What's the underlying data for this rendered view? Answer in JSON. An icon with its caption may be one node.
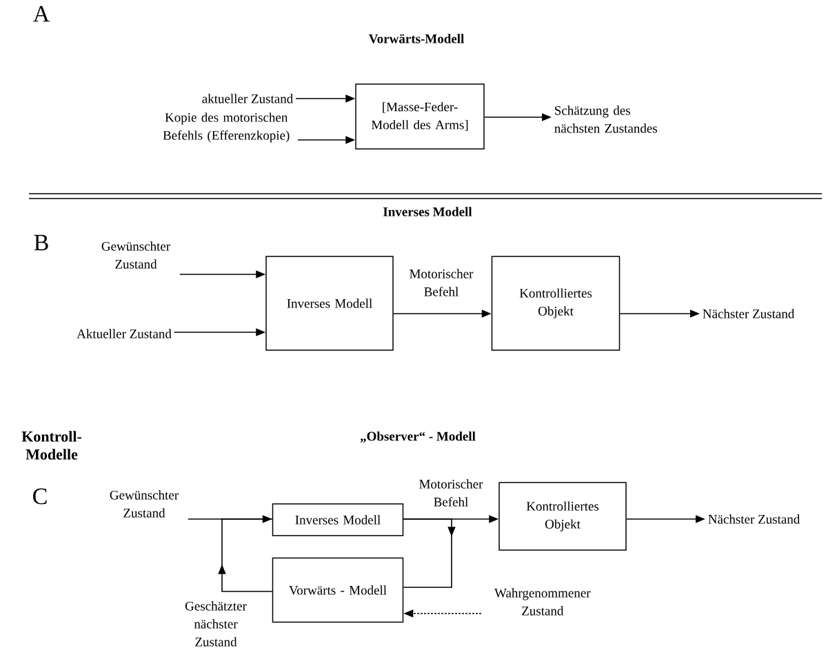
{
  "diagram": {
    "nodes": [
      {
        "text": [
          "aktueller Zustand"
        ]
      },
      {
        "text": [
          "Kopie des motorischen Befehls (Efferenzkopie)"
        ]
      },
      {
        "text": [
          "[Masse-Feder-Modell des Arms]"
        ]
      },
      {
        "text": [
          "Schätzung des nächsten Zustandes"
        ]
      },
      {
        "text": [
          "Gewünschter Zustand"
        ]
      },
      {
        "text": [
          "Aktueller Zustand"
        ]
      },
      {
        "text": [
          "Inverses Modell"
        ]
      },
      {
        "text": [
          "Kontrolliertes Objekt"
        ]
      },
      {
        "text": [
          "Nächster Zustand"
        ]
      },
      {
        "text": [
          "Gewünschter Zustand"
        ]
      },
      {
        "text": [
          "Inverses Modell"
        ]
      },
      {
        "text": [
          "Kontrolliertes Objekt"
        ]
      },
      {
        "text": [
          "Nächster Zustand"
        ]
      },
      {
        "text": [
          "Vorwärts - Modell"
        ]
      },
      {
        "text": [
          "Wahrgenommener Zustand"
        ]
      }
    ],
    "edges": [
      {
        "from": 0,
        "to": 2,
        "arrow": "to"
      },
      {
        "from": 1,
        "to": 2,
        "arrow": "to"
      },
      {
        "from": 2,
        "to": 3,
        "arrow": "to"
      },
      {
        "from": 4,
        "to": 6,
        "arrow": "to"
      },
      {
        "from": 5,
        "to": 6,
        "arrow": "to"
      },
      {
        "from": 6,
        "to": 7,
        "arrow": "to",
        "label": "Motorischer Befehl"
      },
      {
        "from": 7,
        "to": 8,
        "arrow": "to"
      },
      {
        "from": 9,
        "to": 10,
        "arrow": "to"
      },
      {
        "from": 10,
        "to": 11,
        "arrow": "to",
        "label": "Motorischer Befehl"
      },
      {
        "from": 11,
        "to": 12,
        "arrow": "to"
      },
      {
        "from": 10,
        "to": 13,
        "arrow": "to"
      },
      {
        "from": 13,
        "to": 10,
        "arrow": "to",
        "label": "Geschätzter nächster Zustand"
      },
      {
        "from": 14,
        "to": 13,
        "arrow": "to",
        "style": "dashed"
      }
    ],
    "labels": [
      "A",
      "Vorwärts-Modell",
      "B",
      "Inverses Modell",
      "Kontroll-Modelle",
      "„Observer“ - Modell",
      "C"
    ]
  }
}
